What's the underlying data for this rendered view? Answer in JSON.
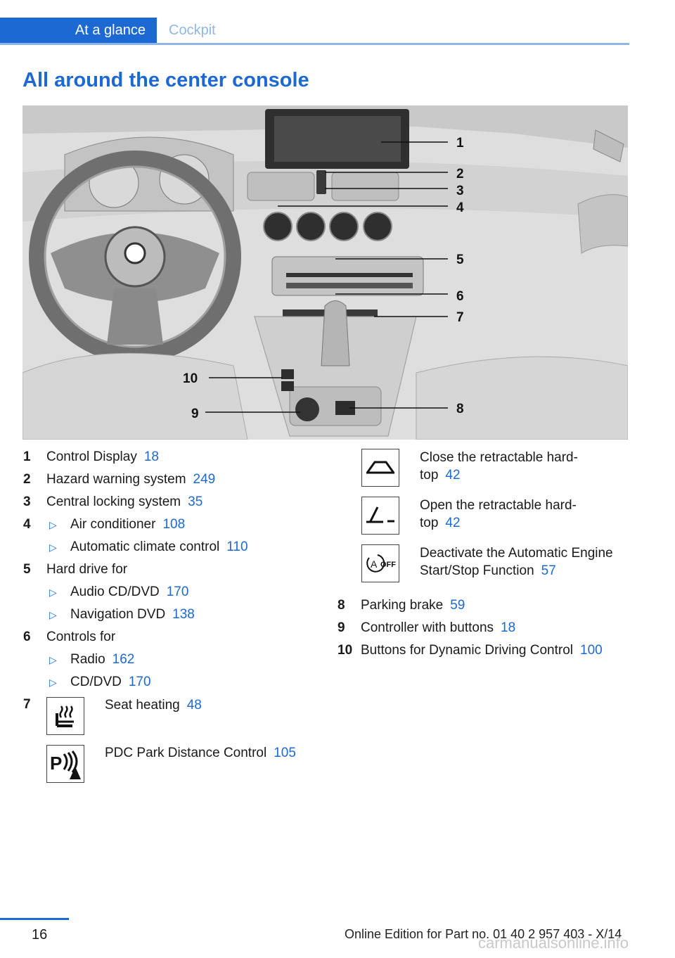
{
  "header": {
    "tab_active": "At a glance",
    "tab_inactive": "Cockpit"
  },
  "section_title": "All around the center console",
  "figure": {
    "callouts": [
      "1",
      "2",
      "3",
      "4",
      "5",
      "6",
      "7",
      "10",
      "9",
      "8"
    ]
  },
  "items_left": [
    {
      "num": "1",
      "text": "Control Display",
      "ref": "18"
    },
    {
      "num": "2",
      "text": "Hazard warning system",
      "ref": "249"
    },
    {
      "num": "3",
      "text": "Central locking system",
      "ref": "35"
    },
    {
      "num": "4",
      "sub": "true",
      "text": "Air conditioner",
      "ref": "108"
    },
    {
      "sub": "true",
      "text": "Automatic climate control",
      "ref": "110"
    },
    {
      "num": "5",
      "text": "Hard drive for",
      "ref": ""
    },
    {
      "sub": "true",
      "text": "Audio CD/DVD",
      "ref": "170"
    },
    {
      "sub": "true",
      "text": "Navigation DVD",
      "ref": "138"
    },
    {
      "num": "6",
      "text": "Controls for",
      "ref": ""
    },
    {
      "sub": "true",
      "text": "Radio",
      "ref": "162"
    },
    {
      "sub": "true",
      "text": "CD/DVD",
      "ref": "170"
    }
  ],
  "item7": {
    "num": "7",
    "entries": [
      {
        "icon": "seat-heating-icon",
        "text": "Seat heating",
        "ref": "48"
      },
      {
        "icon": "pdc-icon",
        "text": "PDC Park Distance Control",
        "ref": "105"
      }
    ]
  },
  "right_icons": [
    {
      "icon": "close-hardtop-icon",
      "line1": "Close the retractable hard-",
      "line2": "top",
      "ref": "42"
    },
    {
      "icon": "open-hardtop-icon",
      "line1": "Open the retractable hard-",
      "line2": "top",
      "ref": "42"
    },
    {
      "icon": "auto-start-stop-off-icon",
      "line1": "Deactivate the Automatic Engine",
      "line2": "Start/Stop Function",
      "ref": "57"
    }
  ],
  "items_right": [
    {
      "num": "8",
      "text": "Parking brake",
      "ref": "59"
    },
    {
      "num": "9",
      "text": "Controller with buttons",
      "ref": "18"
    },
    {
      "num": "10",
      "text": "Buttons for Dynamic Driving Control",
      "ref": "100"
    }
  ],
  "footer": {
    "page_number": "16",
    "edition": "Online Edition for Part no. 01 40 2 957 403 - X/14",
    "watermark": "carmanualsonline.info"
  }
}
